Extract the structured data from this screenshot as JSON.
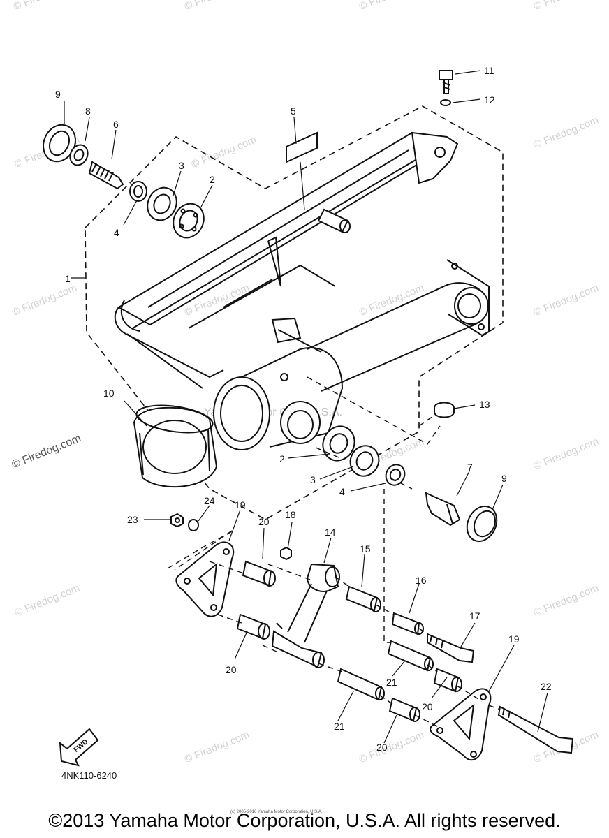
{
  "diagram": {
    "part_code": "4NK110-6240",
    "copyright": "©2013 Yamaha Motor Corporation, U.S.A. All rights reserved.",
    "small_copyright": "(c) 2005-2016 Yamaha Motor Corporation, U.S.A.",
    "center_watermark": "Yamaha Motor Corp. U.S.A.",
    "watermark": "© Firedog.com",
    "fwd_label": "FWD",
    "callouts": [
      "1",
      "2",
      "3",
      "4",
      "5",
      "6",
      "7",
      "8",
      "9",
      "10",
      "11",
      "12",
      "13",
      "14",
      "15",
      "16",
      "17",
      "18",
      "19",
      "20",
      "21",
      "22",
      "23",
      "24",
      "2",
      "3",
      "4",
      "9",
      "19",
      "20",
      "20",
      "20",
      "21",
      "21"
    ]
  }
}
